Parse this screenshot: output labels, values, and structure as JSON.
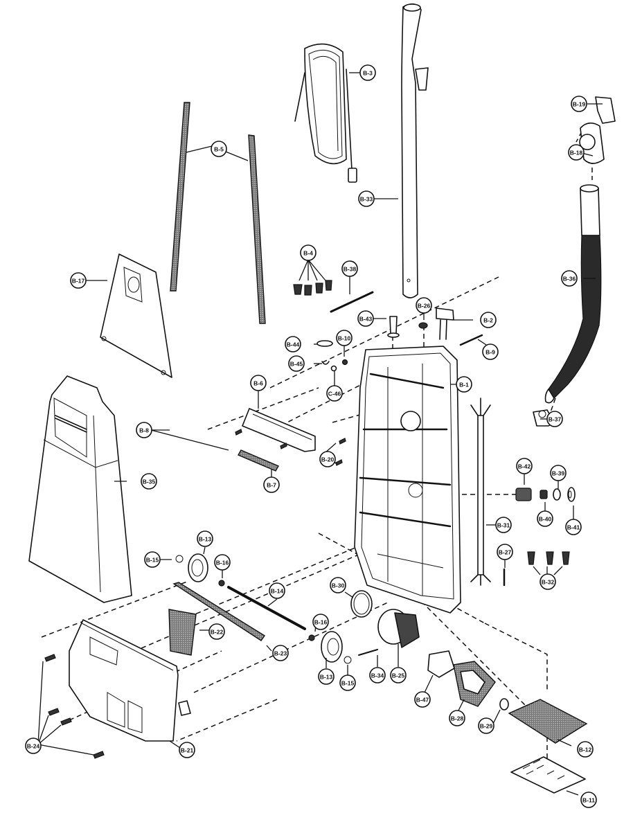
{
  "diagram": {
    "title": "",
    "type": "exploded parts diagram (upright vacuum cleaner)",
    "callouts": [
      {
        "id": "B-1",
        "label": "B-1"
      },
      {
        "id": "B-2",
        "label": "B-2"
      },
      {
        "id": "B-3",
        "label": "B-3"
      },
      {
        "id": "B-4",
        "label": "B-4"
      },
      {
        "id": "B-5",
        "label": "B-5"
      },
      {
        "id": "B-6",
        "label": "B-6"
      },
      {
        "id": "B-7",
        "label": "B-7"
      },
      {
        "id": "B-8",
        "label": "B-8"
      },
      {
        "id": "B-9",
        "label": "B-9"
      },
      {
        "id": "B-10",
        "label": "B-10"
      },
      {
        "id": "B-11",
        "label": "B-11"
      },
      {
        "id": "B-12",
        "label": "B-12"
      },
      {
        "id": "B-13a",
        "label": "B-13"
      },
      {
        "id": "B-13b",
        "label": "B-13"
      },
      {
        "id": "B-14",
        "label": "B-14"
      },
      {
        "id": "B-15a",
        "label": "B-15"
      },
      {
        "id": "B-15b",
        "label": "B-15"
      },
      {
        "id": "B-16a",
        "label": "B-16"
      },
      {
        "id": "B-16b",
        "label": "B-16"
      },
      {
        "id": "B-17",
        "label": "B-17"
      },
      {
        "id": "B-18",
        "label": "B-18"
      },
      {
        "id": "B-19",
        "label": "B-19"
      },
      {
        "id": "B-20",
        "label": "B-20"
      },
      {
        "id": "B-21",
        "label": "B-21"
      },
      {
        "id": "B-22",
        "label": "B-22"
      },
      {
        "id": "B-23",
        "label": "B-23"
      },
      {
        "id": "B-24",
        "label": "B-24"
      },
      {
        "id": "B-25",
        "label": "B-25"
      },
      {
        "id": "B-26",
        "label": "B-26"
      },
      {
        "id": "B-27",
        "label": "B-27"
      },
      {
        "id": "B-28",
        "label": "B-28"
      },
      {
        "id": "B-29",
        "label": "B-29"
      },
      {
        "id": "B-30",
        "label": "B-30"
      },
      {
        "id": "B-31",
        "label": "B-31"
      },
      {
        "id": "B-32",
        "label": "B-32"
      },
      {
        "id": "B-33",
        "label": "B-33"
      },
      {
        "id": "B-34",
        "label": "B-34"
      },
      {
        "id": "B-35",
        "label": "B-35"
      },
      {
        "id": "B-36",
        "label": "B-36"
      },
      {
        "id": "B-37",
        "label": "B-37"
      },
      {
        "id": "B-38",
        "label": "B-38"
      },
      {
        "id": "B-39",
        "label": "B-39"
      },
      {
        "id": "B-40",
        "label": "B-40"
      },
      {
        "id": "B-41",
        "label": "B-41"
      },
      {
        "id": "B-42",
        "label": "B-42"
      },
      {
        "id": "B-43",
        "label": "B-43"
      },
      {
        "id": "B-44",
        "label": "B-44"
      },
      {
        "id": "B-45",
        "label": "B-45"
      },
      {
        "id": "C-46",
        "label": "C-46"
      },
      {
        "id": "B-47",
        "label": "B-47"
      }
    ]
  }
}
